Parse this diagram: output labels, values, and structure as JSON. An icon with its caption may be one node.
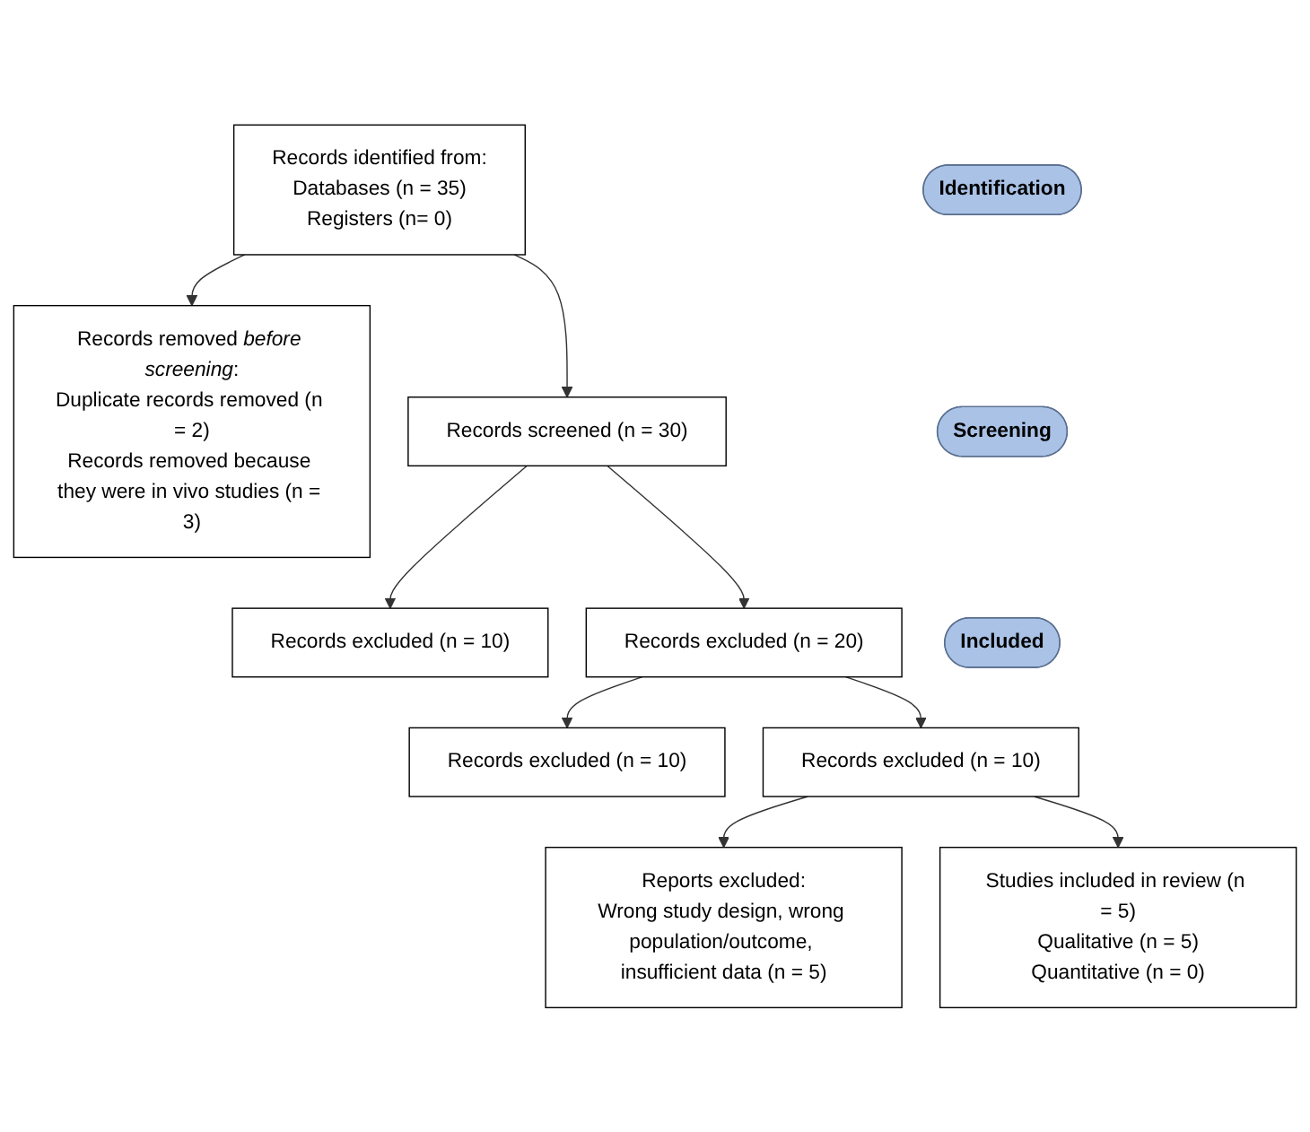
{
  "diagram": {
    "nodes": [
      {
        "text": [
          "Identification"
        ]
      },
      {
        "text": [
          "Records identified from:",
          "Databases (n = 35)",
          "Registers (n= 0)"
        ]
      },
      {
        "text": [
          "Records removed *before screening*:",
          "Duplicate records removed (n = 2)",
          "Records removed because they were in vivo studies (n = 3)"
        ]
      },
      {
        "text": [
          "Screening"
        ]
      },
      {
        "text": [
          "Records screened (n = 30)"
        ]
      },
      {
        "text": [
          "Records excluded (n = 10)"
        ]
      },
      {
        "text": [
          "Records excluded (n = 20)"
        ]
      },
      {
        "text": [
          "Records excluded (n = 10)"
        ]
      },
      {
        "text": [
          "Records excluded (n = 10)"
        ]
      },
      {
        "text": [
          "Reports excluded:",
          "Wrong study design, wrong population/outcome, insufficient data (n = 5)"
        ]
      },
      {
        "text": [
          "Included"
        ]
      },
      {
        "text": [
          "Studies included in review (n = 5)",
          "Qualitative (n = 5)",
          "Quantitative (n = 0)"
        ]
      }
    ],
    "edges": [
      {
        "from": 1,
        "to": 2,
        "arrow": "to"
      },
      {
        "from": 1,
        "to": 4,
        "arrow": "to"
      },
      {
        "from": 4,
        "to": 5,
        "arrow": "to"
      },
      {
        "from": 4,
        "to": 6,
        "arrow": "to"
      },
      {
        "from": 6,
        "to": 7,
        "arrow": "to"
      },
      {
        "from": 6,
        "to": 8,
        "arrow": "to"
      },
      {
        "from": 8,
        "to": 9,
        "arrow": "to"
      },
      {
        "from": 8,
        "to": 11,
        "arrow": "to"
      }
    ]
  }
}
